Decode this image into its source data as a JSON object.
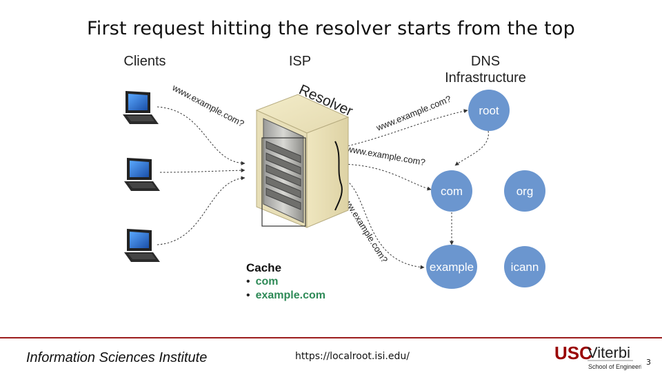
{
  "title": "First request hitting the resolver starts from the top",
  "headers": {
    "clients": "Clients",
    "isp": "ISP",
    "dns_line1": "DNS",
    "dns_line2": "Infrastructure"
  },
  "resolver_label": "Resolver",
  "queries": {
    "client_top": "www.example.com?",
    "to_root": "www.example.com?",
    "to_com": "www.example.com?",
    "to_example": "www.example.com?"
  },
  "nodes": {
    "root": "root",
    "com": "com",
    "org": "org",
    "example": "example",
    "icann": "icann"
  },
  "cache": {
    "title": "Cache",
    "items": [
      "com",
      "example.com"
    ]
  },
  "footer": {
    "institute": "Information Sciences Institute",
    "url": "https://localroot.isi.edu/",
    "logo_usc": "USC",
    "logo_viterbi": "Viterbi",
    "logo_sub": "School of Engineering",
    "page": "3"
  },
  "colors": {
    "node_fill": "#6b96cf",
    "cache_green": "#2e8a57",
    "footer_red": "#9b1b1b",
    "usc_red": "#990000"
  },
  "icons": [
    "laptop-icon",
    "server-rack-icon",
    "usc-viterbi-logo"
  ]
}
